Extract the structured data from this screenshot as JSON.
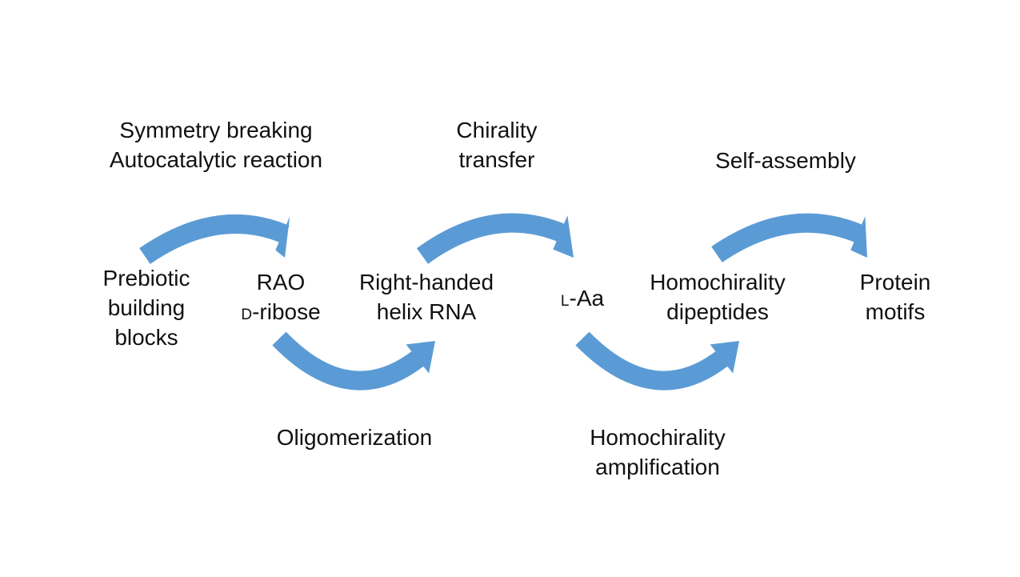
{
  "nodes": {
    "prebiotic": [
      "Prebiotic",
      "building",
      "blocks"
    ],
    "rao": {
      "line1": "RAO",
      "line2_prefix": "D",
      "line2_rest": "-ribose"
    },
    "rna": [
      "Right-handed",
      "helix RNA"
    ],
    "laa": {
      "prefix": "L",
      "rest": "-Aa"
    },
    "dipeptides": [
      "Homochirality",
      "dipeptides"
    ],
    "protein": [
      "Protein",
      "motifs"
    ]
  },
  "processes": {
    "symmetry": [
      "Symmetry breaking",
      "Autocatalytic reaction"
    ],
    "chirality": [
      "Chirality",
      "transfer"
    ],
    "selfassembly": [
      "Self-assembly"
    ],
    "oligomerization": [
      "Oligomerization"
    ],
    "amplification": [
      "Homochirality",
      "amplification"
    ]
  },
  "colors": {
    "arrow": "#5b9bd5",
    "text": "#111111"
  }
}
